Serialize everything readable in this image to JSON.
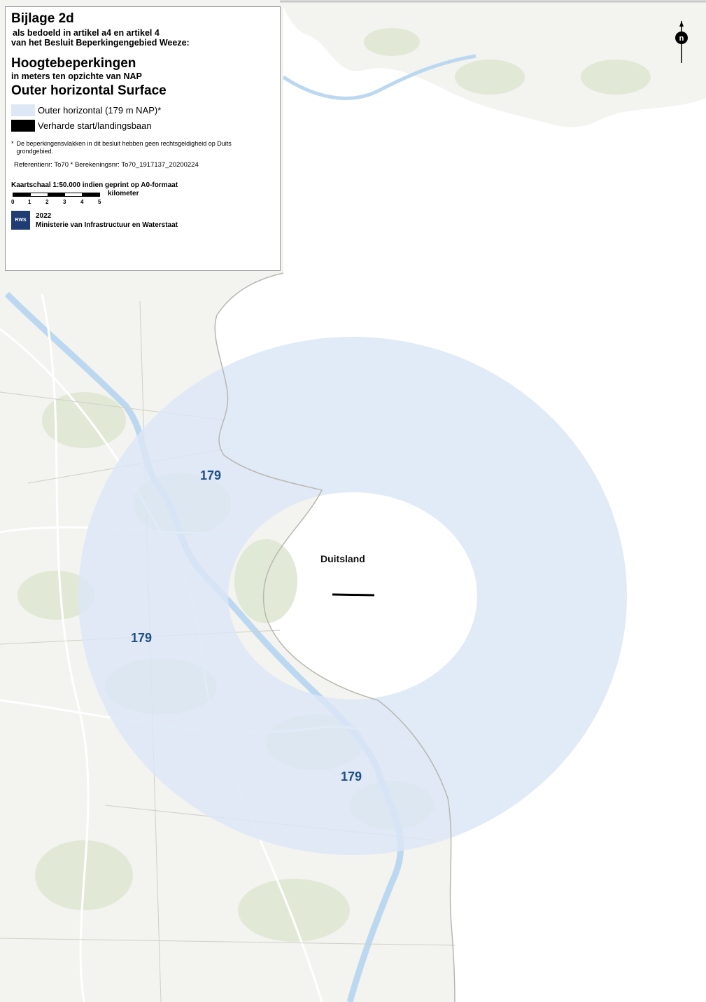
{
  "panel": {
    "title": "Bijlage 2d",
    "subtitle_line1": "als bedoeld in artikel a4 en artikel 4",
    "subtitle_line2": "van het Besluit Beperkingengebied Weeze:",
    "heading": "Hoogtebeperkingen",
    "heading_sub": "in meters ten opzichte van NAP",
    "surface": "Outer horizontal Surface",
    "legend": [
      {
        "label": "Outer horizontal (179 m NAP)*",
        "color": "#dde7f6"
      },
      {
        "label": "Verharde start/landingsbaan",
        "color": "#000000"
      }
    ],
    "note_marker": "*",
    "note": "De beperkingensvlakken in dit besluit hebben geen rechtsgeldigheid op Duits grondgebied.",
    "reference": "Referentienr: To70 * Berekeningsnr: To70_1917137_20200224",
    "scale_title": "Kaartschaal 1:50.000 indien geprint op A0-formaat",
    "scale_unit": "kilometer",
    "scale_ticks": [
      "0",
      "1",
      "2",
      "3",
      "4",
      "5"
    ],
    "logo_text": "RWS",
    "year": "2022",
    "ministry": "Ministerie van Infrastructuur en Waterstaat"
  },
  "map": {
    "zone_labels": [
      "179",
      "179",
      "179"
    ],
    "country_label": "Duitsland",
    "north_label": "n",
    "colors": {
      "zone_fill": "#dce6f6",
      "land": "#f3f3ef",
      "green": "#dfe8d3",
      "water": "#bcd8f0",
      "road": "#ffffff"
    }
  }
}
